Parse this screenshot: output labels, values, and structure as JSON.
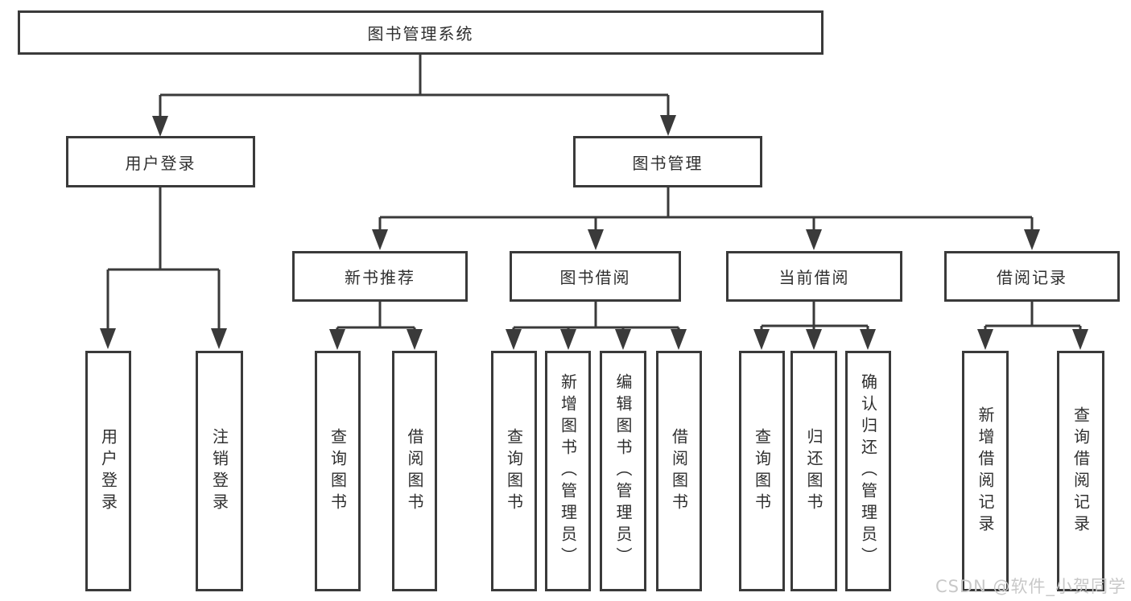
{
  "colors": {
    "line": "#3a3a3a",
    "text": "#2f2f2f",
    "background": "#ffffff",
    "watermark": "#c8c8c8"
  },
  "watermark": "CSDN @软件_小贺同学",
  "tree": {
    "label": "图书管理系统",
    "children": [
      {
        "label": "用户登录",
        "children": [
          {
            "label": "用户登录"
          },
          {
            "label": "注销登录"
          }
        ]
      },
      {
        "label": "图书管理",
        "children": [
          {
            "label": "新书推荐",
            "children": [
              {
                "label": "查询图书"
              },
              {
                "label": "借阅图书"
              }
            ]
          },
          {
            "label": "图书借阅",
            "children": [
              {
                "label": "查询图书"
              },
              {
                "label": "新增图书（管理员）"
              },
              {
                "label": "编辑图书（管理员）"
              },
              {
                "label": "借阅图书"
              }
            ]
          },
          {
            "label": "当前借阅",
            "children": [
              {
                "label": "查询图书"
              },
              {
                "label": "归还图书"
              },
              {
                "label": "确认归还（管理员）"
              }
            ]
          },
          {
            "label": "借阅记录",
            "children": [
              {
                "label": "新增借阅记录"
              },
              {
                "label": "查询借阅记录"
              }
            ]
          }
        ]
      }
    ]
  }
}
